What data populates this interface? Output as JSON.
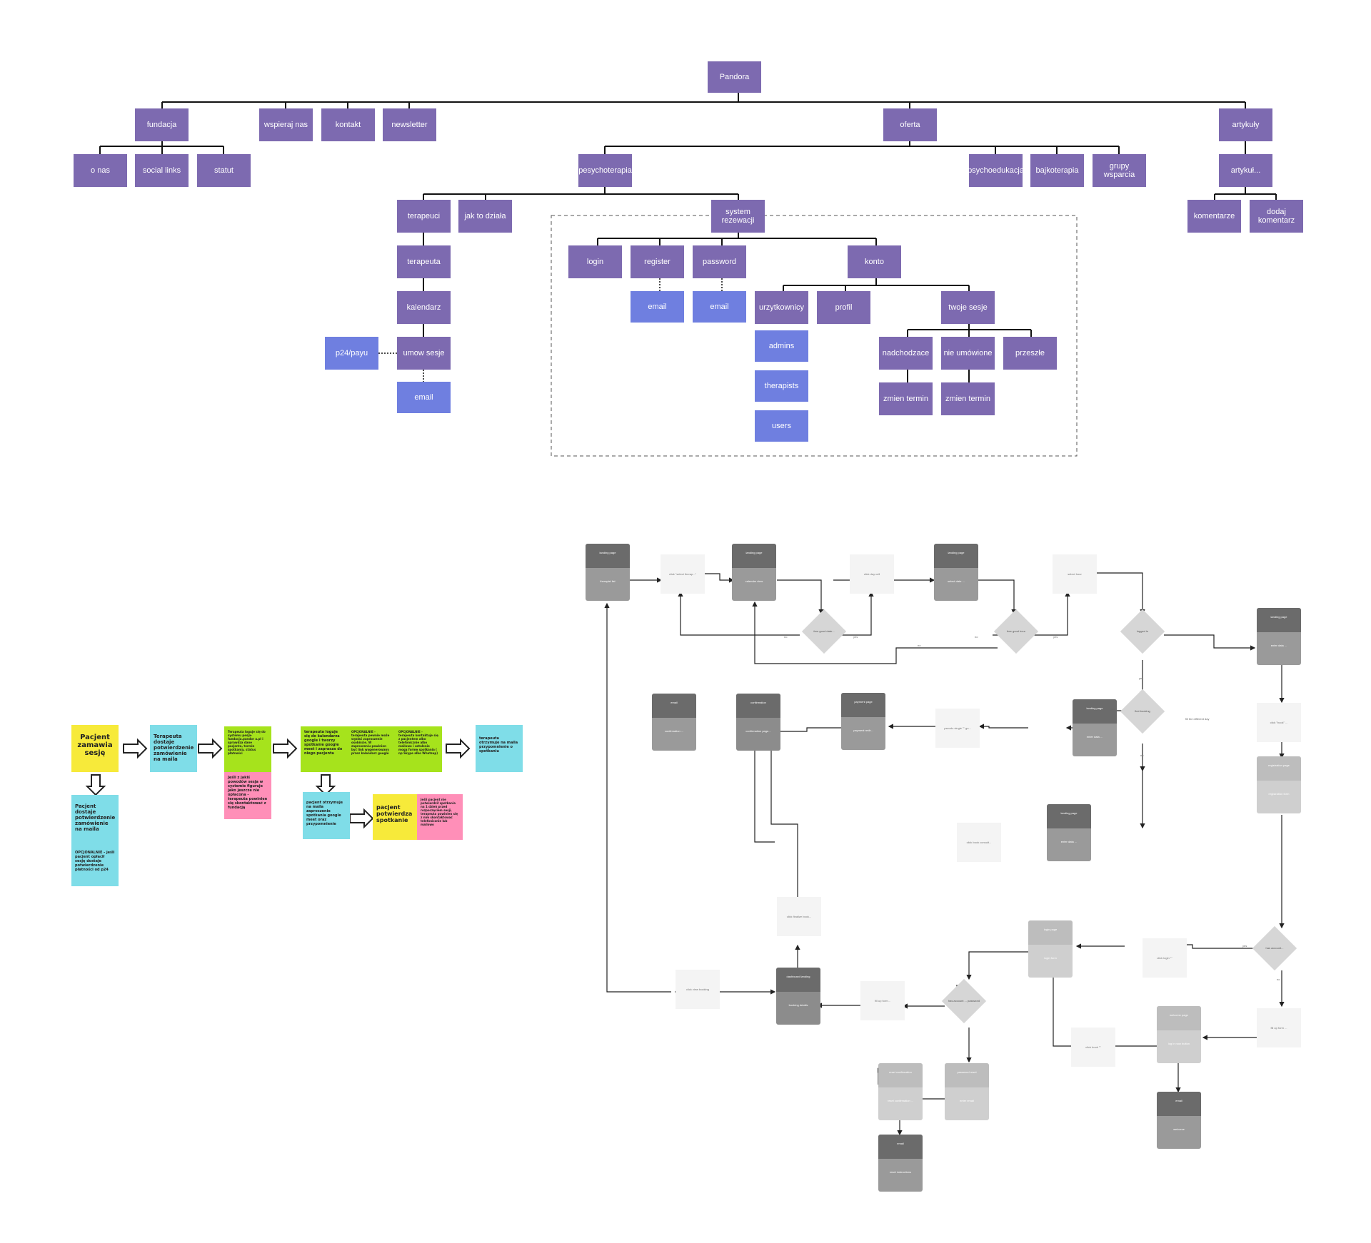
{
  "sitemap": {
    "root": "Pandora",
    "level1": {
      "fundacja": "fundacja",
      "wspieraj_nas": "wspieraj nas",
      "kontakt": "kontakt",
      "newsletter": "newsletter",
      "oferta": "oferta",
      "artykuly": "artykuły"
    },
    "fundacja_children": [
      "o nas",
      "social links",
      "statut"
    ],
    "oferta_children": {
      "psychoterapia": "pesychoterapia",
      "psychoedukacja": "psychoedukacja",
      "bajkoterapia": "bajkoterapia",
      "grupy_wsparcia": "grupy wsparcia"
    },
    "artykuly_children": {
      "artykul": "artykuł...",
      "komentarze": "komentarze",
      "dodaj_komentarz": "dodaj komentarz"
    },
    "psychoterapia_children": {
      "terapeuci": "terapeuci",
      "jak_to_dziala": "jak to działa",
      "system_rezerwacji": "system rezewacji"
    },
    "terapeuci_branch": {
      "terapeuta": "terapeuta",
      "kalendarz": "kalendarz",
      "umow_sesje": "umow sesje",
      "p24": "p24/payu",
      "email": "email"
    },
    "system": {
      "login": "login",
      "register": "register",
      "password": "password",
      "konto": "konto",
      "register_email": "email",
      "password_email": "email",
      "uzytkownicy": "urzytkownicy",
      "profil": "profil",
      "twoje_sesje": "twoje sesje",
      "admins": "admins",
      "therapists": "therapists",
      "users": "users",
      "nadchodzace": "nadchodzace",
      "nieumowione": "nie umówione",
      "przeszle": "przeszłe",
      "zmien1": "zmien termin",
      "zmien2": "zmien termin"
    }
  },
  "flow": {
    "s1": "Pacjent zamawia sesję",
    "s2": "Terapeuta dostaje potwierdzenie zamówienie na maila",
    "s3": "Terapeuta loguje się do systemu pesja-fundacja.pandor a.pl i sprawdza dane pacjenta, termin spotkania, status płatności",
    "s3b": "Jeśli z jakiś powodów sesja w systemie figuruje jako jeszcze nie opłacona - terapeuta powinien się skontaktować z fundacją",
    "s4": "terapeuta loguje się do kalendarza google i tworzy spotkanie google meet i zaprasza do niego pacjenta",
    "s4b": "OPCJONALNIE - terapeuta pewnie może wysłać zaproszenie osobiście. W zaproszeniu powinien być link wygenerowany przez kalendarz google",
    "s4c": "OPCJONALNIE - terapeuta kontaktuje się z pacjentem albo telefonicznie albo mailowo i ustalenie mogą formę spotkania ( np Skype albo Whatsup)",
    "s5": "terapeuta otrzymuje na maila przypomnienie o spotkaniu",
    "s6": "Pacjent dostaje potwierdzenie zamówienie na maila",
    "s6b": "OPCJONALNIE - jeśli pacjent opłacił sesję dostaje potwierdzenie płatności od p24",
    "s7": "pacjent otrzymuje na maila zaproszenie spotkania google meet oraz przypomnienie",
    "s8": "pacjent potwierdza spotkanie",
    "s8b": "Jeśli pacjent nie potwierdził spotkania na 1 dzień przed rozpoczęciem sesji, terapeuta powinien się z nim skontaktować telefonicznie lub mailowo"
  },
  "userflow": {
    "cards": [
      {
        "l1": "landing page",
        "l2": "therapist list"
      },
      {
        "l1": "landing page",
        "l2": "calendar view"
      },
      {
        "l1": "landing page",
        "l2": "select date ..."
      },
      {
        "l1": "landing page",
        "l2": "enter data ..."
      },
      {
        "l1": "landing page",
        "l2": "enter data ..."
      },
      {
        "l1": "payment page",
        "l2": "payment redir..."
      },
      {
        "l1": "confirmation",
        "l2": "confirmation page..."
      },
      {
        "l1": "email",
        "l2": "confirmation ..."
      },
      {
        "l1": "landing page",
        "l2": "enter data ..."
      },
      {
        "l1": "registration page",
        "l2": "registration form"
      },
      {
        "l1": "login page",
        "l2": "login form"
      },
      {
        "l1": "welcome page",
        "l2": "log in now button"
      },
      {
        "l1": "email",
        "l2": "welcome"
      },
      {
        "l1": "dashboard landing",
        "l2": "booking details"
      },
      {
        "l1": "reset confirmation",
        "l2": "reset confirmation ..."
      },
      {
        "l1": "password reset",
        "l2": "enter email"
      },
      {
        "l1": "email",
        "l2": "reset instructions"
      }
    ],
    "notes": [
      "click \"select therap...\"",
      "click day cell",
      "select hour",
      "click \"book\" ...",
      "pseudo single \"\" go...",
      "click book consult...",
      "click finalize book...",
      "click view booking",
      "fill up form...",
      "click login \"\"",
      "fill up form ...",
      "click book \"\""
    ],
    "diamonds": [
      "free good date...",
      "free good hour",
      "logged in",
      "first booking",
      "has account...",
      "has account ... password"
    ],
    "edge_labels": [
      "no",
      "yes",
      "no",
      "yes",
      "no",
      "yes",
      "fill the different day",
      "yes",
      "no",
      "yes",
      "no"
    ]
  }
}
